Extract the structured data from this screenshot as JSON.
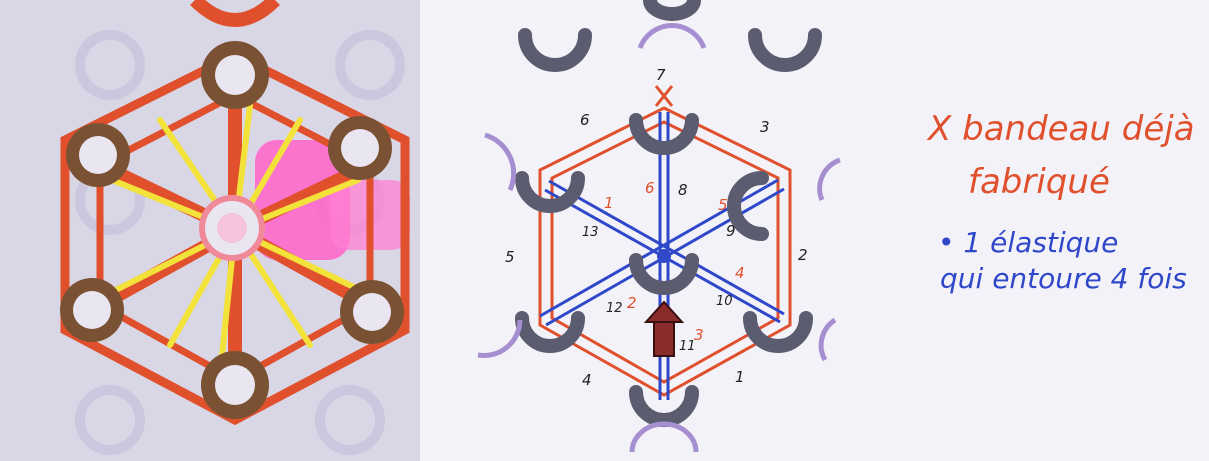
{
  "diagram": {
    "legend": {
      "marker_x": "X",
      "line1": "bandeau déjà",
      "line2": "fabriqué",
      "bullet": "•",
      "line3": "1 élastique",
      "line4": "qui entoure 4 fois"
    },
    "numbers": {
      "top": "7",
      "n1_left_top": "6",
      "n1_right_top": "3",
      "n_left_mid": "5",
      "n_right_mid": "2",
      "n_left_bottom": "4",
      "n_right_bottom": "1",
      "inner_1": "1",
      "inner_6": "6",
      "inner_8": "8",
      "inner_5": "5",
      "inner_9": "9",
      "inner_13": "13",
      "inner_4": "4",
      "inner_12": "12",
      "inner_2": "2",
      "inner_10": "10",
      "inner_11": "11",
      "inner_3": "3"
    },
    "colors": {
      "orange": "#e0502c",
      "blue": "#2f47c9",
      "peg": "#5c5c70",
      "lilac": "#a58fd0",
      "arrow": "#8a2c2c",
      "brown": "#7a5233",
      "yellow": "#f2e23a",
      "pink": "#ff63c8",
      "photo_bg": "#d9d7e6"
    }
  }
}
